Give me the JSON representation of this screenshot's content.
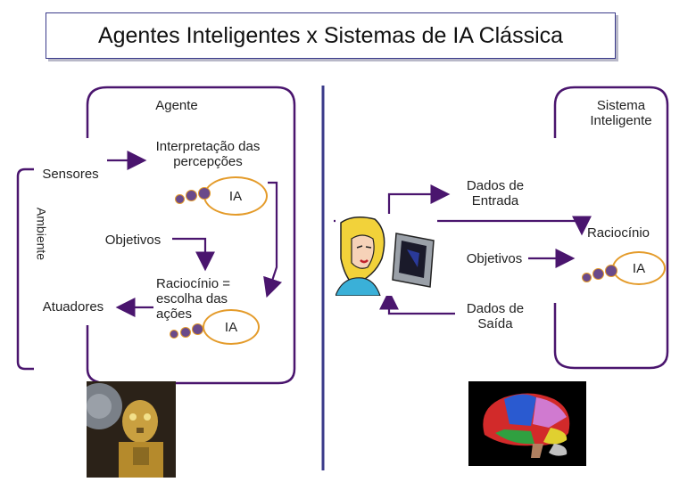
{
  "title": "Agentes Inteligentes x Sistemas de IA Clássica",
  "left": {
    "agent_label": "Agente",
    "environment_label": "Ambiente",
    "sensors_label": "Sensores",
    "actuators_label": "Atuadores",
    "perception_label": "Interpretação das percepções",
    "ia_label_1": "IA",
    "goals_label": "Objetivos",
    "reasoning_label": "Raciocínio = escolha das ações",
    "ia_label_2": "IA"
  },
  "right": {
    "system_label": "Sistema Inteligente",
    "input_label": "Dados de Entrada",
    "goals_label": "Objetivos",
    "output_label": "Dados de Saída",
    "reasoning_label": "Raciocínio",
    "ia_label": "IA"
  },
  "colors": {
    "frame": "#4a156e",
    "arrow": "#4a156e",
    "divider": "#3a3a8a",
    "cloud_border": "#e49b2a",
    "dots": "#6a4a8a"
  },
  "images": {
    "robot": "robot-image",
    "woman": "woman-at-computer-image",
    "brain": "brain-diagram-image"
  }
}
